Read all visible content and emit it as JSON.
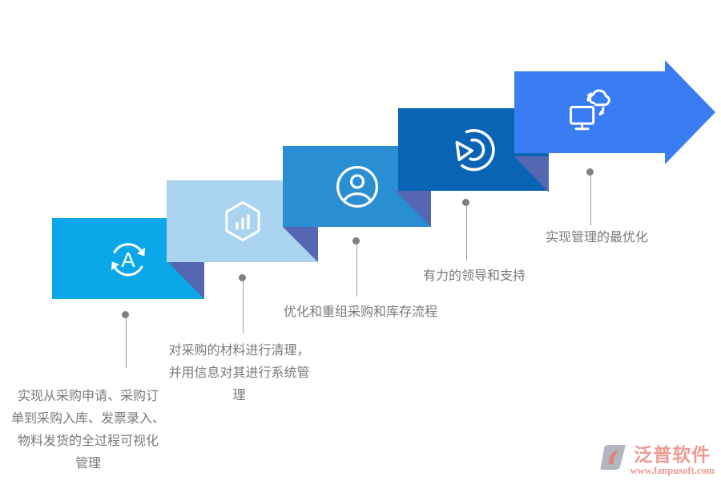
{
  "diagram": {
    "type": "ascending-steps-infographic",
    "background": "#ffffff",
    "steps": [
      {
        "id": 1,
        "icon": "sync-a-icon",
        "box_color": "#0aa8e8",
        "label": "实现从采购申请、采购订单到采购入库、发票录入、物料发货的全过程可视化管理",
        "lines": [
          "实现从采购申请、采购订",
          "单到采购入库、发票录入、",
          "物料发货的全过程可视化",
          "管理"
        ]
      },
      {
        "id": 2,
        "icon": "hexagon-chart-icon",
        "box_color": "#a9d3ee",
        "label": "对采购的材料进行清理，并用信息对其进行系统管理",
        "lines": [
          "对采购的材料进行清理，",
          "并用信息对其进行系统管",
          "理"
        ]
      },
      {
        "id": 3,
        "icon": "user-icon",
        "box_color": "#2a8fd2",
        "label": "优化和重组采购和库存流程",
        "lines": [
          "优化和重组采购和库存流程"
        ]
      },
      {
        "id": 4,
        "icon": "pie-arcs-icon",
        "box_color": "#0a64b6",
        "label": "有力的领导和支持",
        "lines": [
          "有力的领导和支持"
        ]
      },
      {
        "id": 5,
        "icon": "cloud-computer-sync-icon",
        "box_color": "#3a7cf2",
        "shape": "right-arrow",
        "label": "实现管理的最优化",
        "lines": [
          "实现管理的最优化"
        ]
      }
    ],
    "shadow_color": "#5566b2",
    "connector_color": "#9a9a9a",
    "label_color": "#7a7a7a"
  },
  "watermark": {
    "brand": "泛普软件",
    "url": "www.fanpusoft.com",
    "color": "#ec9a92"
  }
}
